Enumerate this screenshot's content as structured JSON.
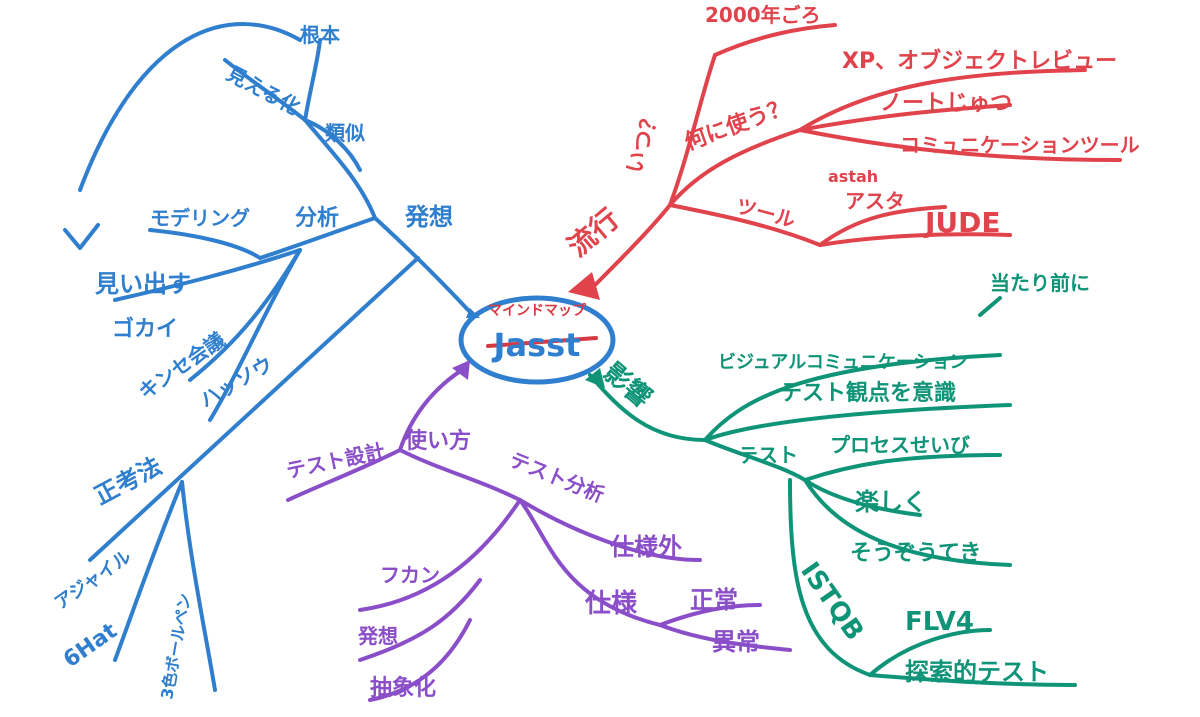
{
  "center": {
    "top_text": "マインドマップ",
    "main_text": "Jasst",
    "strike_color": "#d63b41",
    "ring_color": "#2f7fce"
  },
  "colors": {
    "blue": "#2f7fce",
    "red": "#e0434b",
    "green": "#0f9478",
    "purple": "#8a4fc8"
  },
  "blue_branch": {
    "root": "発想",
    "cutoff": "分析",
    "modeling": "モデリング",
    "ruiji": "類似",
    "mieruka": "見える化",
    "konpon": "根本",
    "kotoba": "見い出す",
    "gokai": "ゴカイ",
    "kanren": "キンセ会議",
    "hannsu": "ハッソウ",
    "tsuzukikou": "正考法",
    "agemaru": "アジャイル",
    "sixhat": "6Hat",
    "sanen": "3色ボールペン"
  },
  "red_branch": {
    "root": "流行",
    "when": "いつ？",
    "year": "2000年ごろ",
    "howuse": "何に使う？",
    "xp": "XP、オブジェクトレビュー",
    "note": "ノートじゅつ",
    "comm": "コミュニケーションツール",
    "tool": "ツール",
    "astah_small": "astah",
    "astah": "アスタ",
    "jude": "JUDE"
  },
  "green_branch": {
    "root": "影響",
    "note": "当たり前に",
    "visual": "ビジュアルコミュニケーション",
    "test_view": "テスト観点を意識",
    "test": "テスト",
    "process": "プロセスせいび",
    "tanoshiku": "楽しく",
    "souzou": "そうぞうてき",
    "istqb": "ISTQB",
    "flv4": "FLV4",
    "shishin": "探索的テスト"
  },
  "purple_branch": {
    "root": "使い方",
    "design": "テスト設計",
    "analysis": "テスト分析",
    "shiyou_gai": "仕様外",
    "shiyou": "仕様",
    "seijou": "正常",
    "ijou": "異常",
    "fuka": "フカン",
    "hassou": "発想",
    "chuushou": "抽象化"
  }
}
